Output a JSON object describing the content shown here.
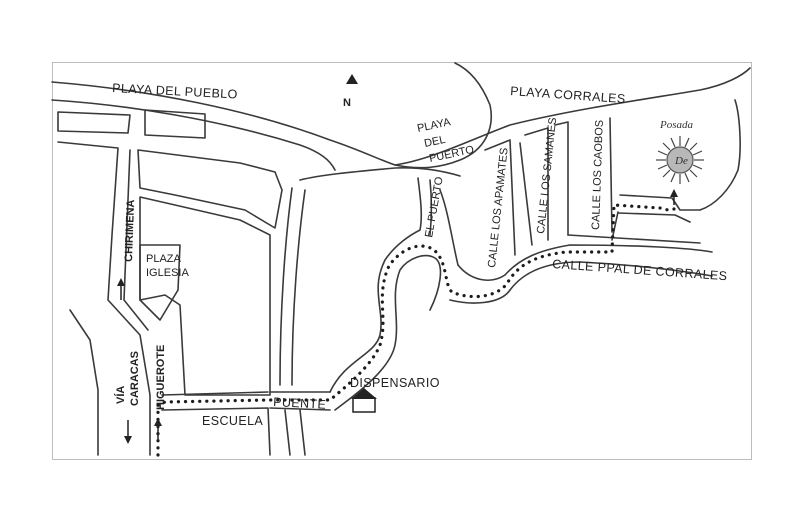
{
  "map": {
    "north": "N",
    "labels": {
      "playa_pueblo": "PLAYA DEL PUEBLO",
      "playa_corrales": "PLAYA CORRALES",
      "playa_puerto": [
        "PLAYA",
        "DEL",
        "PUERTO"
      ],
      "el_puerto": "EL PUERTO",
      "calle_apamates": "CALLE LOS APAMATES",
      "calle_samanes": "CALLE LOS SAMANES",
      "calle_caobos": "CALLE LOS CAOBOS",
      "calle_ppal": "CALLE PPAL DE CORRALES",
      "chirimena": "CHIRIMENA",
      "plaza": [
        "PLAZA",
        "IGLESIA"
      ],
      "via_caracas": [
        "VÍA",
        "CARACAS"
      ],
      "higuerote": "HIGUEROTE",
      "escuela": "ESCUELA",
      "puente": "PUENTE",
      "dispensario": "DISPENSARIO"
    },
    "logo": {
      "word": "Posada",
      "monogram": "De"
    },
    "colors": {
      "ink": "#222222",
      "road": "#3a3a3a",
      "paper": "#ffffff"
    }
  }
}
